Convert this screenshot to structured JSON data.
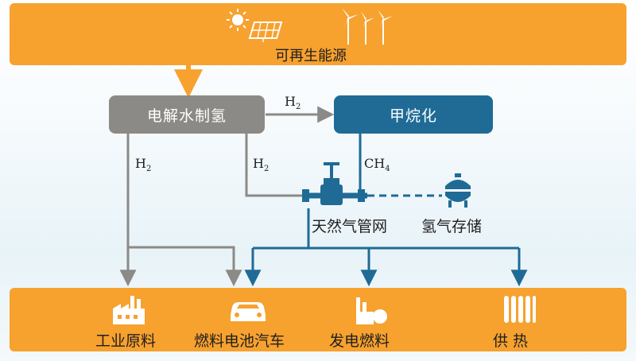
{
  "top": {
    "label": "可再生能源"
  },
  "nodes": {
    "electrolysis": "电解水制氢",
    "methanation": "甲烷化",
    "gas_grid": "天然气管网",
    "h2_storage": "氢气存储"
  },
  "edges": {
    "h2_to_methanation": {
      "base": "H",
      "sub": "2"
    },
    "h2_left": {
      "base": "H",
      "sub": "2"
    },
    "h2_mid": {
      "base": "H",
      "sub": "2"
    },
    "ch4": {
      "base": "CH",
      "sub": "4"
    }
  },
  "bottom": {
    "industrial": "工业原料",
    "fuel_cell_car": "燃料电池汽车",
    "power": "发电燃料",
    "heating": "供 热"
  },
  "colors": {
    "orange": "#f7a12e",
    "gray": "#8c8a86",
    "blue": "#1f6b96"
  },
  "icons": [
    "sun-icon",
    "solar-panel-icon",
    "wind-turbine-icon",
    "valve-icon",
    "storage-tank-icon",
    "factory-icon",
    "car-icon",
    "power-plant-icon",
    "radiator-icon"
  ]
}
